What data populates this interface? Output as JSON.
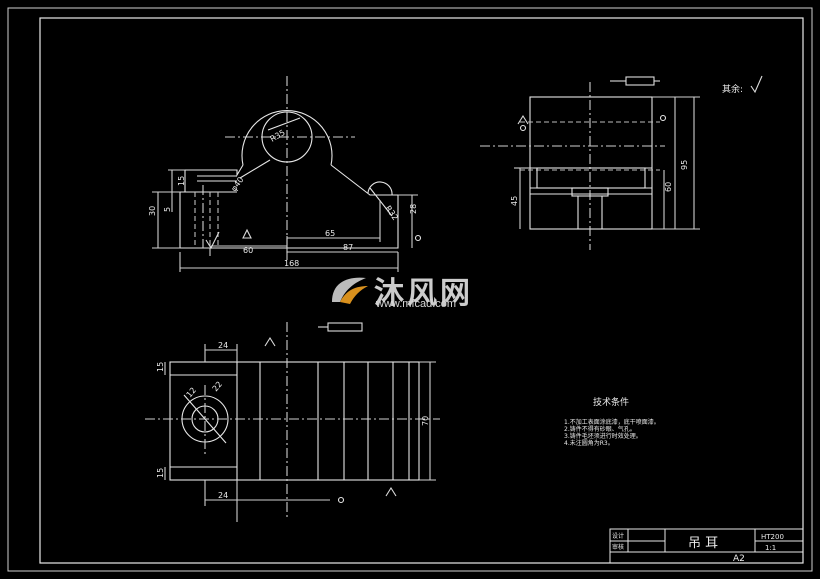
{
  "front_view": {
    "dims": {
      "r35": "R35",
      "r32": "R32",
      "phi40": "φ40",
      "h15": "15",
      "h5": "5",
      "h30": "30",
      "h28": "28",
      "w60": "60",
      "w65": "65",
      "w87": "87",
      "w168": "168"
    }
  },
  "side_view": {
    "dims": {
      "h95": "95",
      "h60": "60",
      "h45": "45"
    },
    "roughness_note": "其余:"
  },
  "top_view": {
    "dims": {
      "w24_top": "24",
      "w24_bottom": "24",
      "h15_top": "15",
      "h15_bottom": "15",
      "h70": "70",
      "d12": "12",
      "d22": "22"
    }
  },
  "tech_req": {
    "title": "技术条件",
    "items": [
      "1.不加工表面涂底漆，底干喷面漆。",
      "2.铸件不得有砂眼、气孔。",
      "3.铸件毛坯须进行时效处理。",
      "4.未注圆角为R3。"
    ]
  },
  "title_block": {
    "part_name": "吊 耳",
    "material": "HT200",
    "scale": "1:1",
    "sheet_size": "A2",
    "row1_label": "设计",
    "row2_label": "审核"
  },
  "watermark": {
    "brand": "沐风网",
    "url": "www.mfcad.com"
  }
}
